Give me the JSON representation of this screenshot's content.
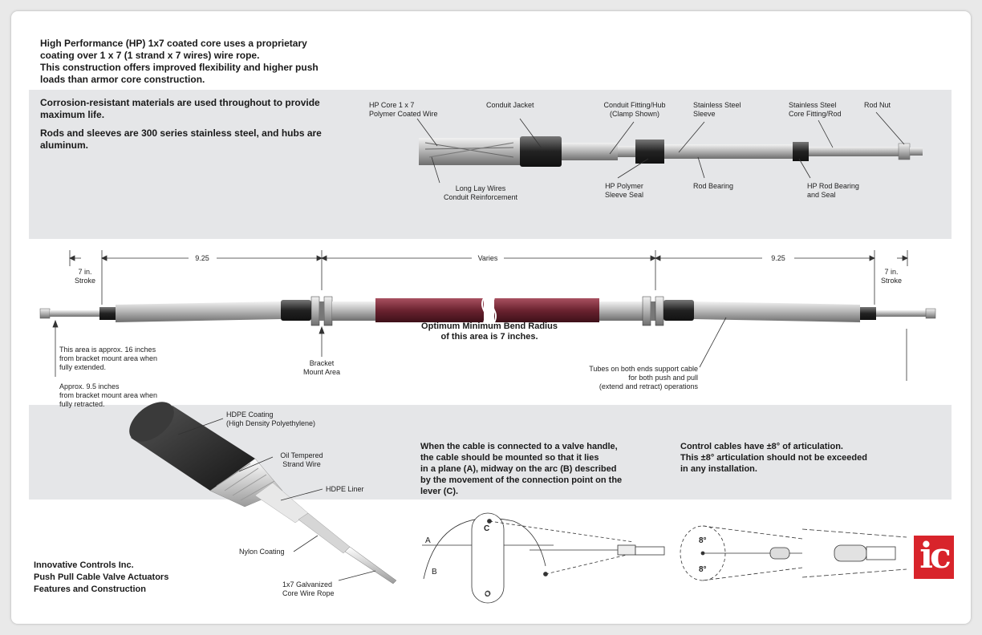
{
  "intro": {
    "line1": "High Performance (HP) 1x7 coated core uses a proprietary",
    "line2": "coating over 1 x 7 (1 strand x 7 wires) wire rope.",
    "line3": "This construction offers improved flexibility and higher push",
    "line4": "loads than armor core construction."
  },
  "materials": {
    "line1": "Corrosion-resistant materials are used throughout to provide",
    "line2": "maximum life.",
    "line3": "Rods and sleeves are 300 series stainless steel, and hubs are",
    "line4": "aluminum."
  },
  "parts": {
    "hp_core_1": "HP Core 1 x 7",
    "hp_core_2": "Polymer Coated Wire",
    "conduit_jacket": "Conduit Jacket",
    "fitting_1": "Conduit Fitting/Hub",
    "fitting_2": "(Clamp Shown)",
    "sleeve_1": "Stainless Steel",
    "sleeve_2": "Sleeve",
    "core_fit_1": "Stainless Steel",
    "core_fit_2": "Core Fitting/Rod",
    "rod_nut": "Rod Nut",
    "long_lay_1": "Long Lay Wires",
    "long_lay_2": "Conduit Reinforcement",
    "sleeve_seal_1": "HP Polymer",
    "sleeve_seal_2": "Sleeve Seal",
    "rod_bearing": "Rod Bearing",
    "rod_seal_1": "HP Rod Bearing",
    "rod_seal_2": "and Seal"
  },
  "dimensions": {
    "left_len": "9.25",
    "middle": "Varies",
    "right_len": "9.25",
    "stroke_left_1": "7 in.",
    "stroke_left_2": "Stroke",
    "stroke_right_1": "7 in.",
    "stroke_right_2": "Stroke"
  },
  "cable_notes": {
    "bend_1": "Optimum Minimum Bend Radius",
    "bend_2": "of this area is 7 inches.",
    "ext_1": "This area is approx. 16 inches",
    "ext_2": "from bracket mount area when",
    "ext_3": "fully extended.",
    "ret_1": "Approx. 9.5 inches",
    "ret_2": "from bracket mount area when",
    "ret_3": "fully retracted.",
    "bracket_1": "Bracket",
    "bracket_2": "Mount Area",
    "tubes_1": "Tubes on both ends support cable",
    "tubes_2": "for both push and pull",
    "tubes_3": "(extend and retract) operations"
  },
  "layers": {
    "hdpe_coat_1": "HDPE Coating",
    "hdpe_coat_2": "(High Density Polyethylene)",
    "oil_1": "Oil Tempered",
    "oil_2": "Strand Wire",
    "liner": "HDPE Liner",
    "nylon": "Nylon Coating",
    "core_1": "1x7 Galvanized",
    "core_2": "Core Wire Rope"
  },
  "mounting": {
    "line1": "When the cable is connected to a valve handle,",
    "line2": "the cable should be mounted so that it lies",
    "line3": "in a plane (A), midway on the arc (B) described",
    "line4": "by the movement of the connection point on the",
    "line5": "lever (C).",
    "label_a": "A",
    "label_b": "B",
    "label_c": "C",
    "label_o": "O"
  },
  "articulation": {
    "line1": "Control cables have ±8° of articulation.",
    "line2": "This ±8° articulation should not be exceeded",
    "line3": "in any installation.",
    "angle_top": "8°",
    "angle_bottom": "8°"
  },
  "company": {
    "line1": "Innovative Controls Inc.",
    "line2": "Push Pull Cable Valve Actuators",
    "line3": "Features and Construction",
    "logo": "ic"
  },
  "colors": {
    "band": "#e5e6e8",
    "jacket": "#6b2330",
    "logo": "#d8242b"
  }
}
